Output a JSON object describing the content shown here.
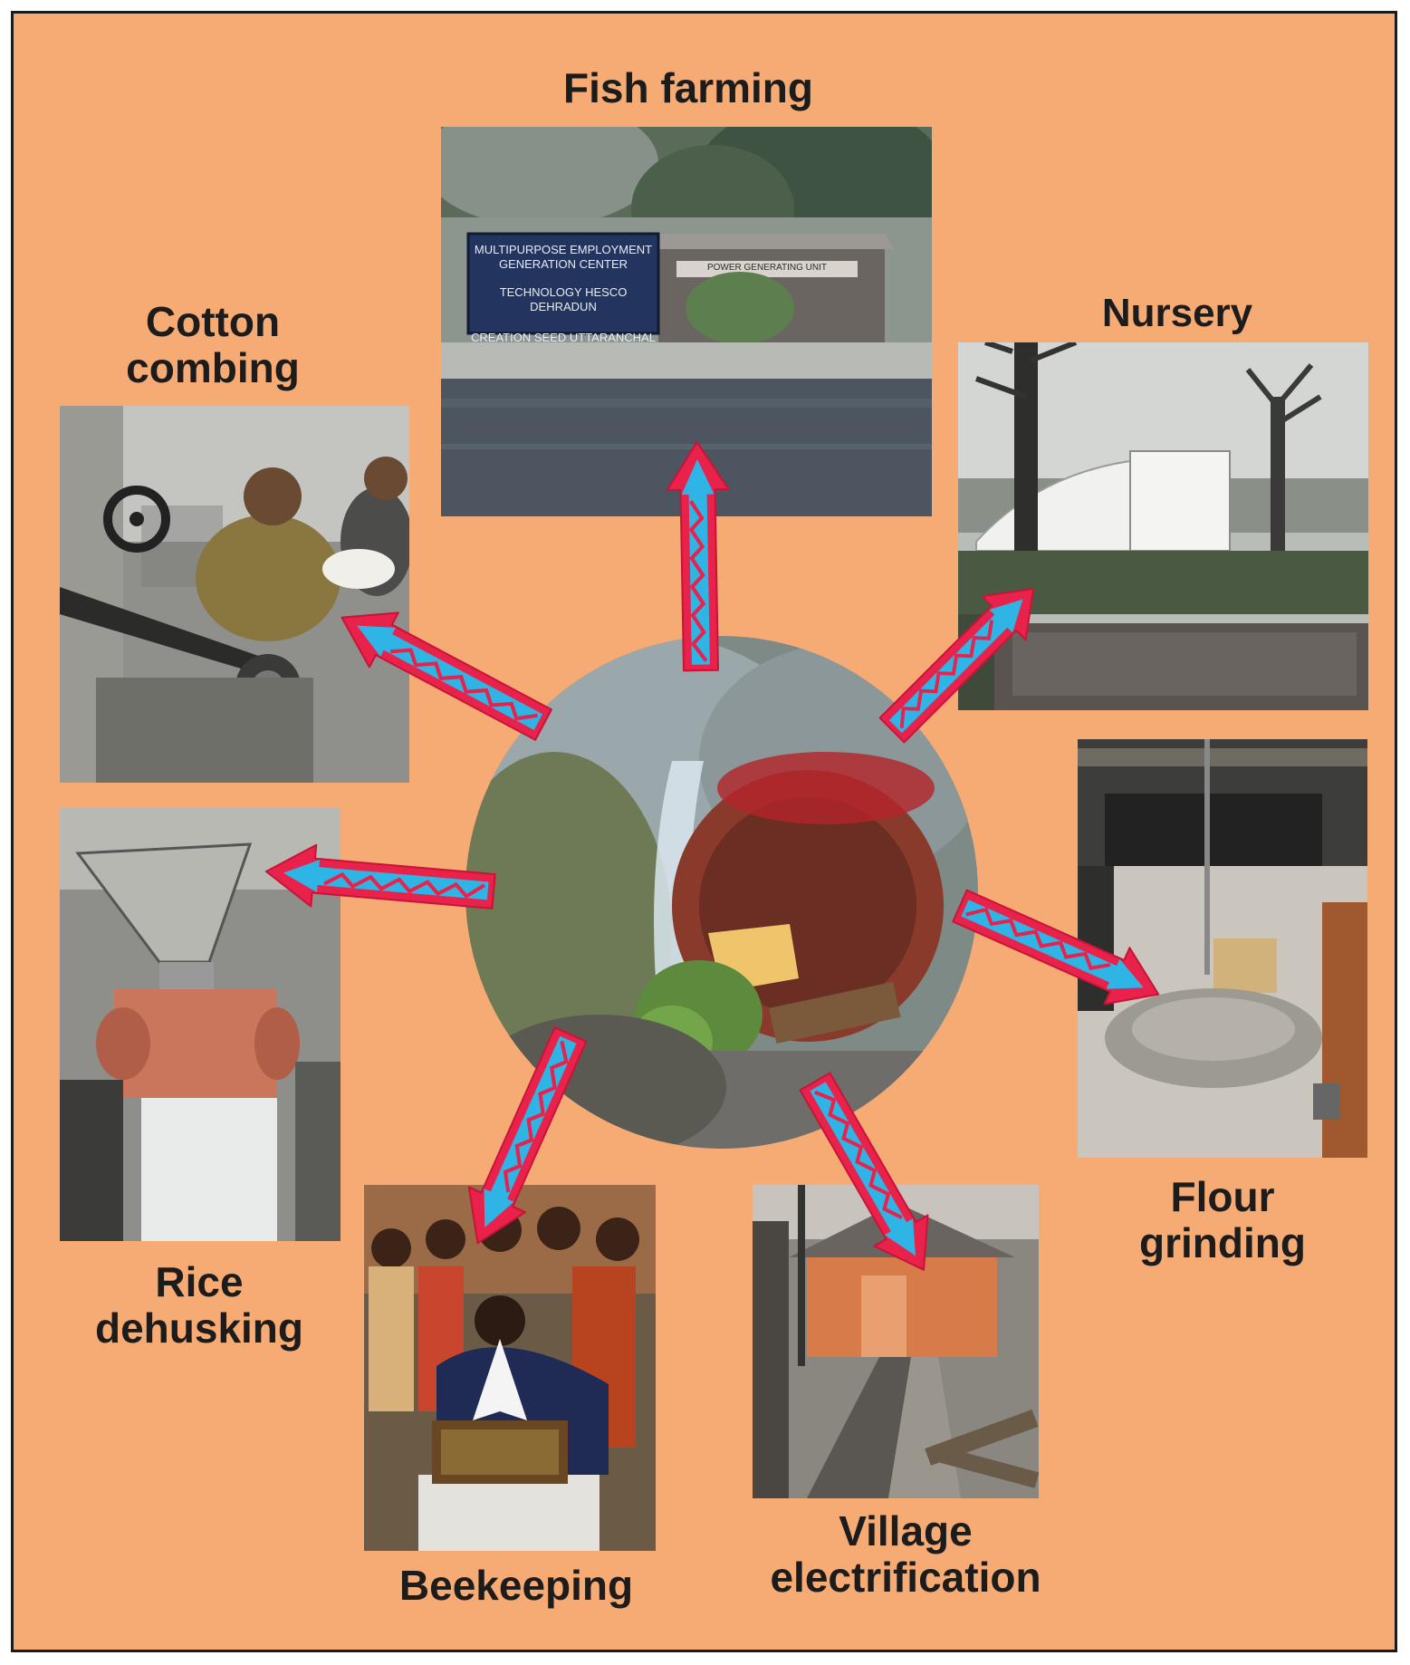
{
  "labels": {
    "fish_farming": "Fish farming",
    "nursery": "Nursery",
    "cotton_combing": [
      "Cotton",
      "combing"
    ],
    "rice_dehusking": [
      "Rice",
      "dehusking"
    ],
    "flour_grinding": [
      "Flour",
      "grinding"
    ],
    "beekeeping": "Beekeeping",
    "village_electrification": [
      "Village",
      "electrification"
    ]
  },
  "sign": {
    "lines": [
      "MULTIPURPOSE EMPLOYMENT",
      "GENERATION CENTER",
      "TECHNOLOGY HESCO DEHRADUN",
      "CREATION SEED UTTARANCHAL"
    ],
    "hut_board": "POWER GENERATING UNIT"
  },
  "colors": {
    "background": "#f7ab74",
    "border": "#1b1b1b",
    "arrow_outline": "#e8224a",
    "arrow_fill": "#2fb4e6"
  },
  "icons": {
    "hub": "water-wheel-photo",
    "arrow": "zigzag-arrow-icon"
  }
}
